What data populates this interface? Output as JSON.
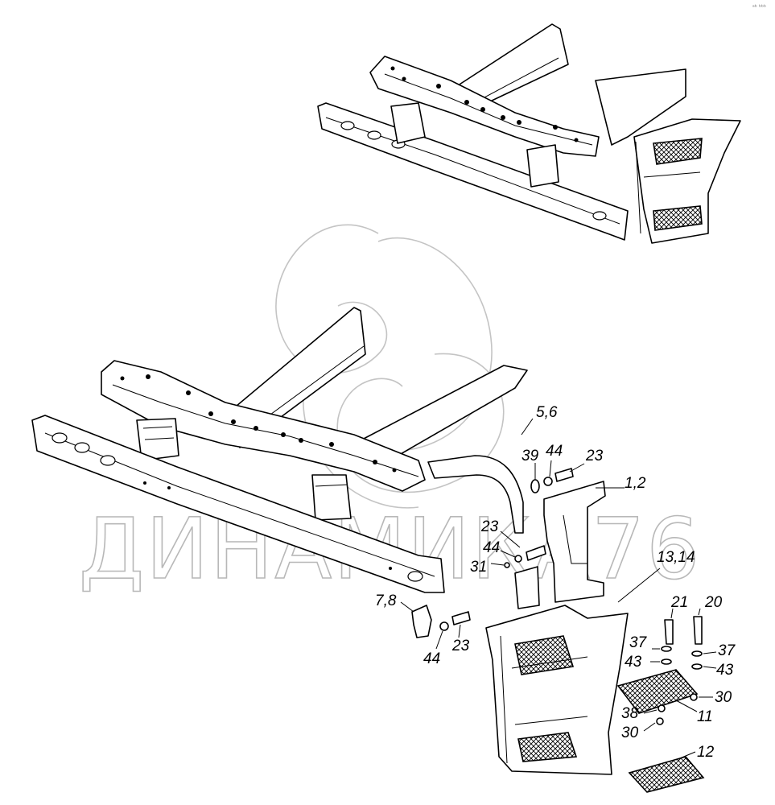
{
  "watermark": {
    "text": "ДИНАМИКА76"
  },
  "corner_mark": "ᵃᵇ ᵇᵇᵇ",
  "callouts": [
    {
      "id": "c-5-6",
      "text": "5,6"
    },
    {
      "id": "c-39",
      "text": "39"
    },
    {
      "id": "c-44a",
      "text": "44"
    },
    {
      "id": "c-23a",
      "text": "23"
    },
    {
      "id": "c-1-2",
      "text": "1,2"
    },
    {
      "id": "c-23b",
      "text": "23"
    },
    {
      "id": "c-44b",
      "text": "44"
    },
    {
      "id": "c-31",
      "text": "31"
    },
    {
      "id": "c-13-14",
      "text": "13,14"
    },
    {
      "id": "c-7-8",
      "text": "7,8"
    },
    {
      "id": "c-23c",
      "text": "23"
    },
    {
      "id": "c-44c",
      "text": "44"
    },
    {
      "id": "c-21",
      "text": "21"
    },
    {
      "id": "c-20",
      "text": "20"
    },
    {
      "id": "c-37a",
      "text": "37"
    },
    {
      "id": "c-37b",
      "text": "37"
    },
    {
      "id": "c-43a",
      "text": "43"
    },
    {
      "id": "c-43b",
      "text": "43"
    },
    {
      "id": "c-30a",
      "text": "30"
    },
    {
      "id": "c-11",
      "text": "11"
    },
    {
      "id": "c-38",
      "text": "38"
    },
    {
      "id": "c-30b",
      "text": "30"
    },
    {
      "id": "c-12",
      "text": "12"
    }
  ]
}
